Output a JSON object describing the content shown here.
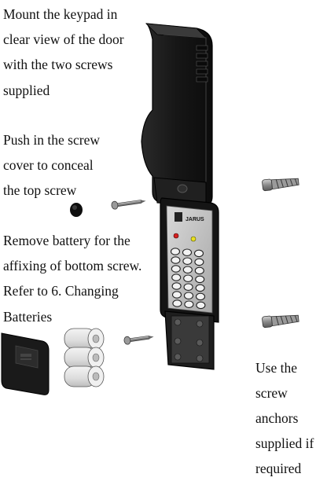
{
  "instructions": {
    "mount": {
      "lines": [
        "Mount the keypad in",
        "clear view of the door",
        "with the two screws",
        "supplied"
      ]
    },
    "screw_cover": {
      "lines": [
        "Push in the screw",
        "cover to conceal",
        "the top screw"
      ]
    },
    "battery": {
      "lines": [
        "Remove battery for the",
        "affixing of bottom screw.",
        "Refer to 6. Changing",
        "Batteries"
      ]
    },
    "anchors": {
      "lines": [
        "Use the",
        "screw",
        "anchors",
        "supplied if",
        "required"
      ]
    }
  },
  "device": {
    "brand": "JARUS",
    "keypad_keys": 21,
    "led_colors": [
      "#d42020",
      "#e8e020"
    ]
  },
  "colors": {
    "housing": "#1a1a1a",
    "housing_edge": "#3a3a3a",
    "faceplate": "#c8c8c8",
    "battery": "#e6e6e6"
  }
}
